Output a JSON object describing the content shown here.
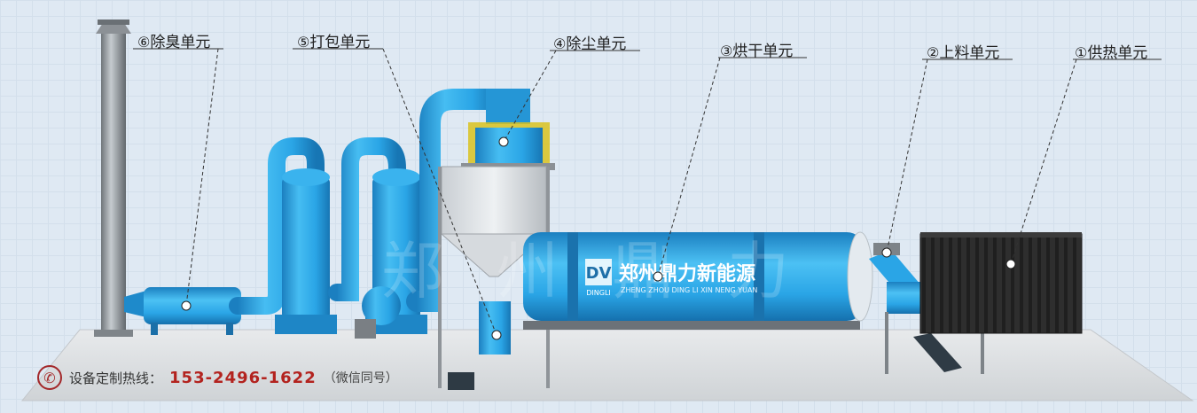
{
  "units": [
    {
      "num": "⑥",
      "name": "除臭单元"
    },
    {
      "num": "⑤",
      "name": "打包单元"
    },
    {
      "num": "④",
      "name": "除尘单元"
    },
    {
      "num": "③",
      "name": "烘干单元"
    },
    {
      "num": "②",
      "name": "上料单元"
    },
    {
      "num": "①",
      "name": "供热单元"
    }
  ],
  "brand": {
    "logo_letters": "DV",
    "logo_sub": "DINGLI",
    "name_cn": "郑州鼎力新能源",
    "name_pinyin": "ZHENG ZHOU DING LI XIN NENG YUAN",
    "watermark": "郑州鼎力"
  },
  "hotline": {
    "label": "设备定制热线：",
    "number": "153-2496-1622",
    "note": "（微信同号）"
  },
  "colors": {
    "equipment_blue": "#2aa5e6",
    "heater_black": "#2b2b2b",
    "hotline_red": "#b3231f"
  }
}
